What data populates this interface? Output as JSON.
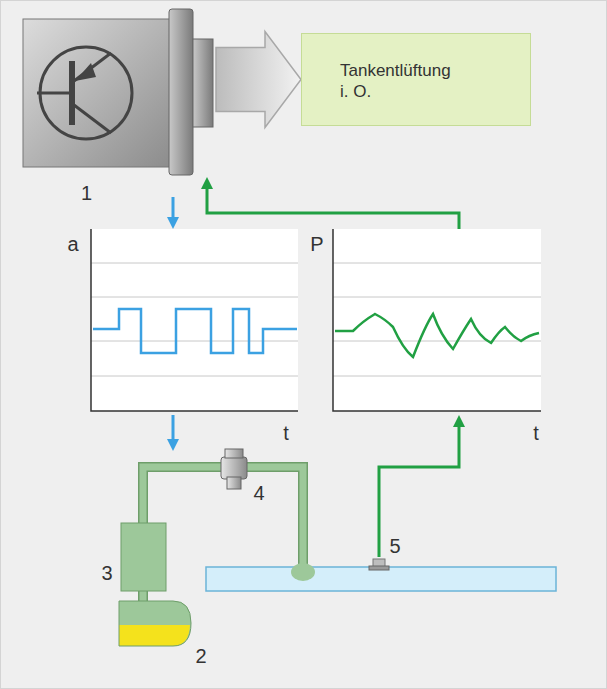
{
  "diagram": {
    "nodes": [
      {
        "text": [
          "1"
        ]
      },
      {
        "text": [
          "Tankentlüftung i. O."
        ]
      }
    ],
    "edges": [
      {
        "from": 0,
        "to": 1,
        "arrow": "to"
      }
    ],
    "labels": [
      "a",
      "t",
      "P",
      "t",
      "4",
      "3",
      "5",
      "2"
    ]
  }
}
